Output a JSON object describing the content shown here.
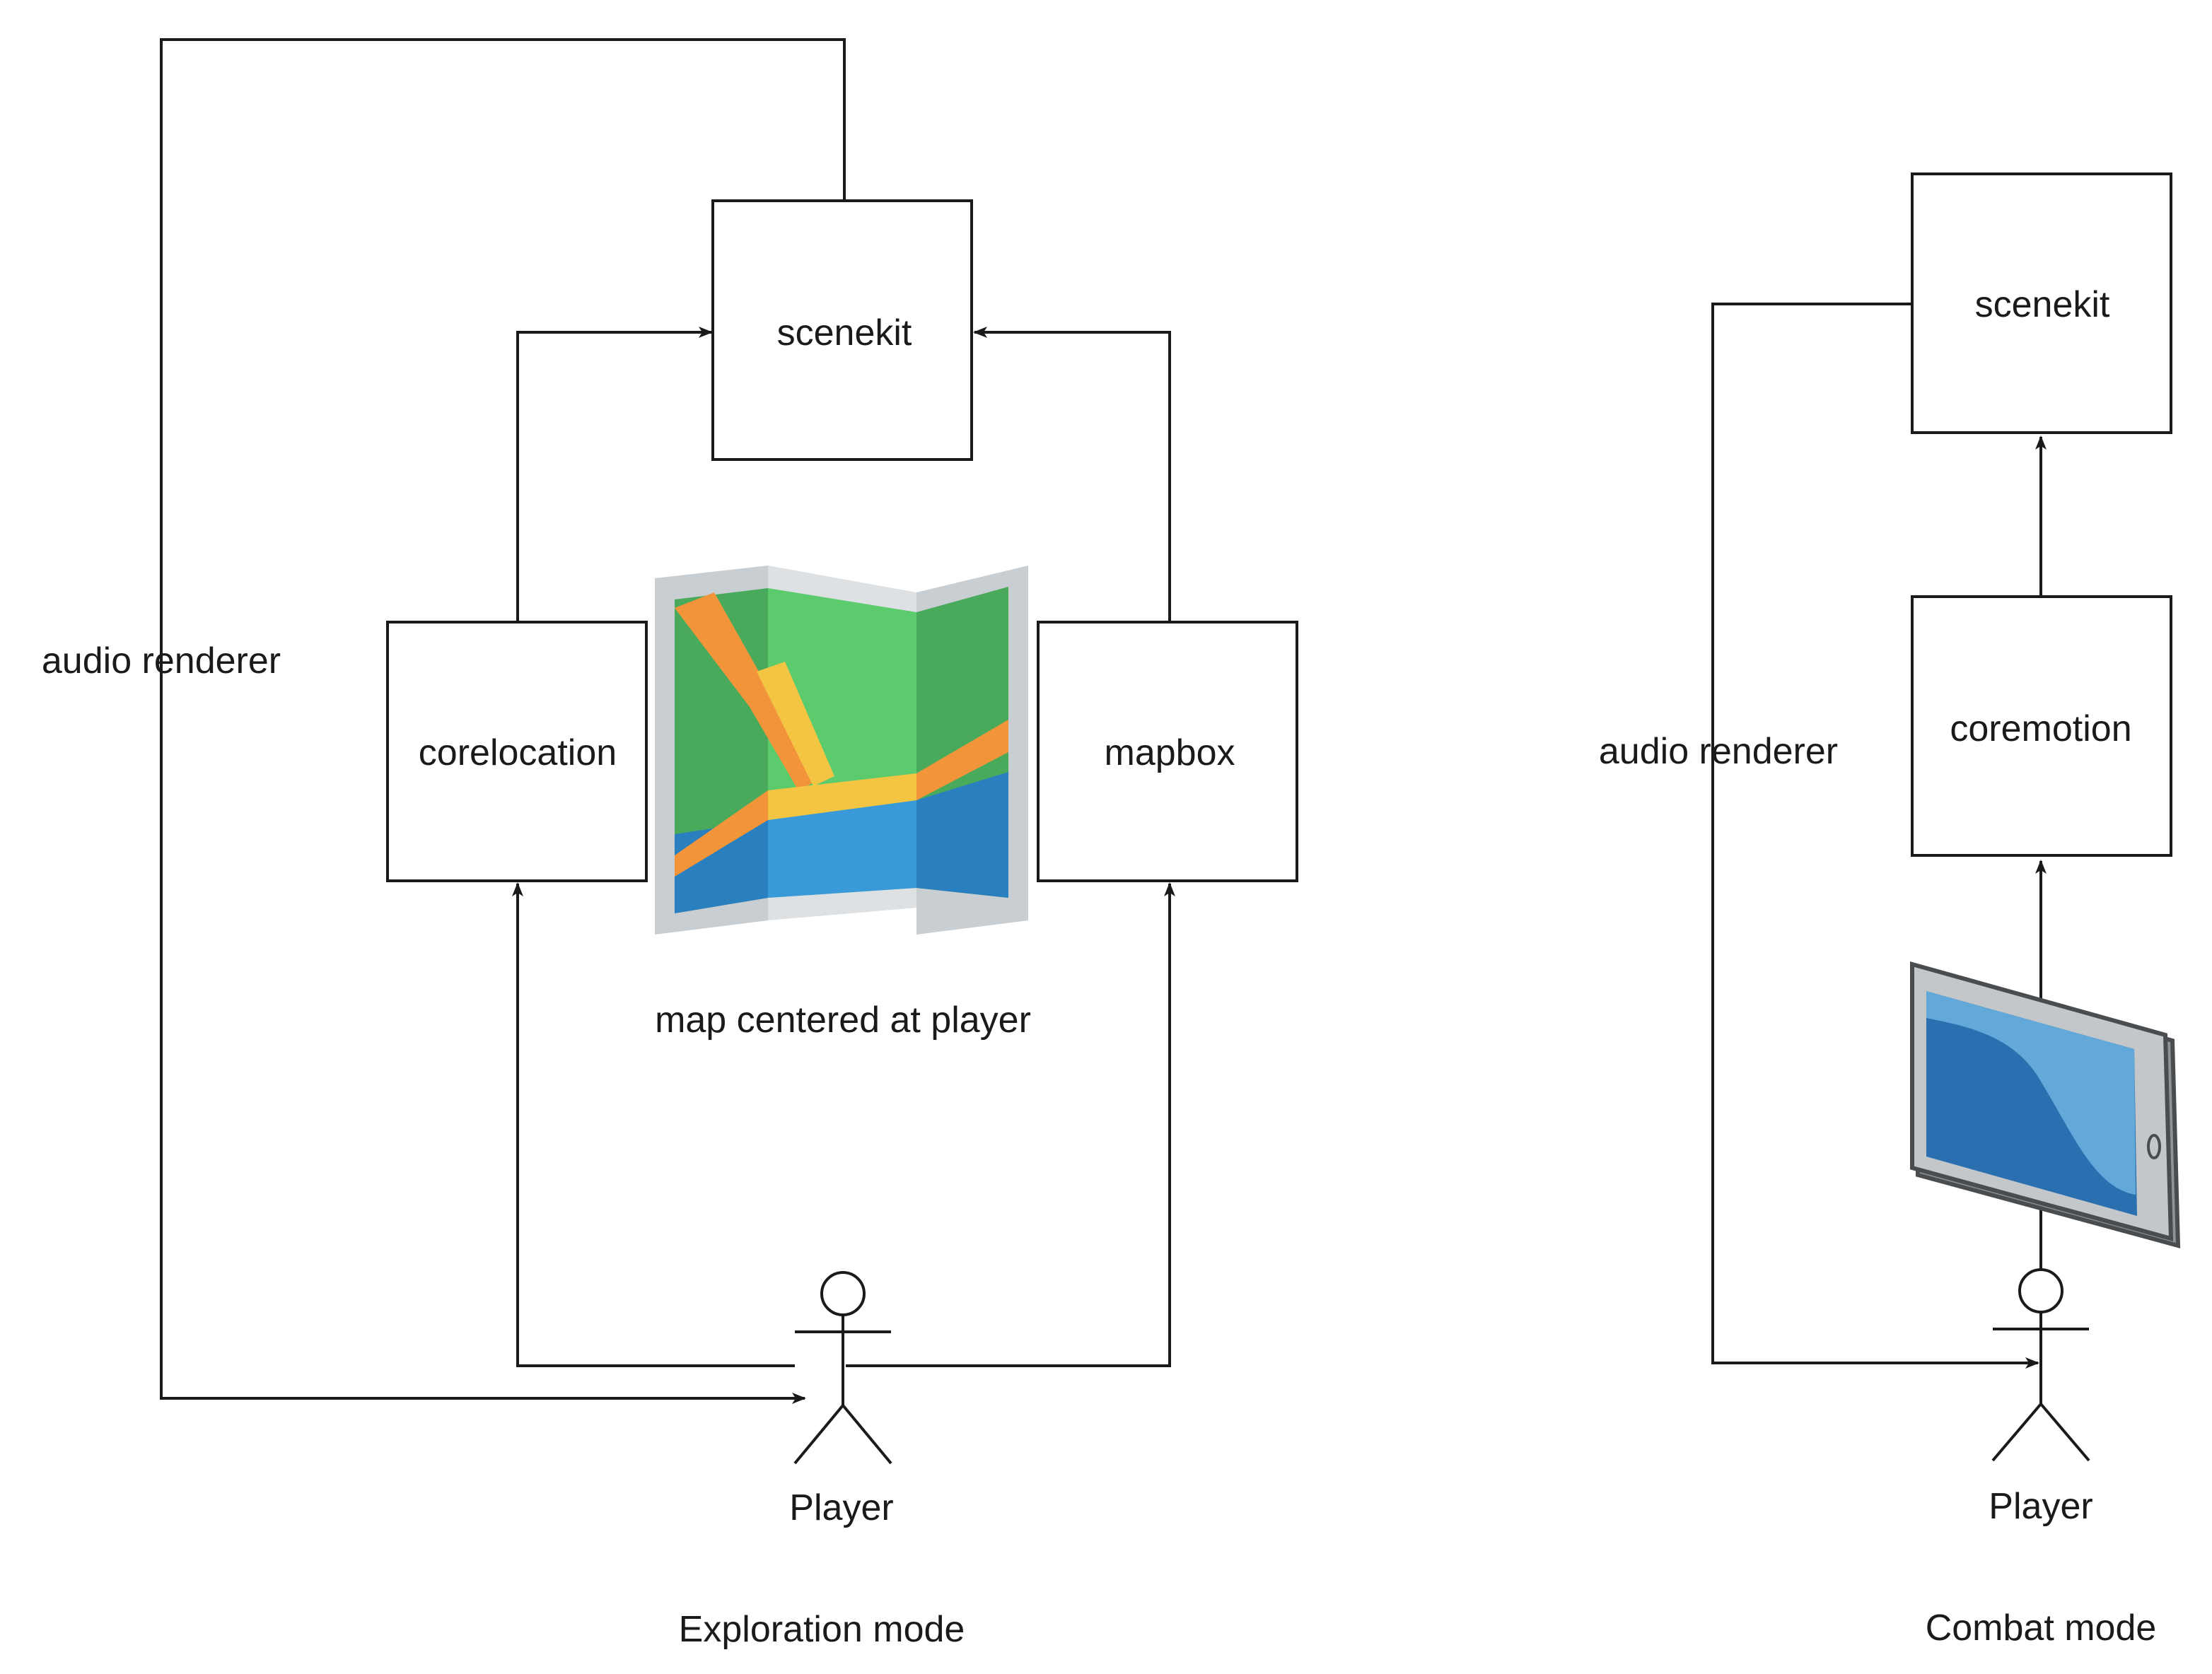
{
  "exploration": {
    "nodes": {
      "scenekit": "scenekit",
      "corelocation": "corelocation",
      "mapbox": "mapbox"
    },
    "edge_labels": {
      "audio_renderer": "audio renderer"
    },
    "map_caption": "map centered at player",
    "actor_label": "Player",
    "mode_caption": "Exploration mode"
  },
  "combat": {
    "nodes": {
      "scenekit": "scenekit",
      "coremotion": "coremotion"
    },
    "edge_labels": {
      "audio_renderer": "audio renderer"
    },
    "actor_label": "Player",
    "mode_caption": "Combat mode"
  },
  "icons": {
    "map": "folded-map-icon",
    "device": "tablet-icon",
    "actor": "stick-figure-icon"
  },
  "colors": {
    "stroke": "#1a1a1a",
    "map_green": "#5ccb6e",
    "map_dark_green": "#4aaa5b",
    "map_blue": "#3a9ad9",
    "map_dark_blue": "#2a7fbf",
    "map_road_orange": "#f2953a",
    "map_road_yellow": "#f4c542",
    "map_frame": "#c9ced3",
    "tablet_body": "#c4c7ca",
    "tablet_screen": "#2a6fb0",
    "tablet_screen_light": "#62a8d8"
  }
}
